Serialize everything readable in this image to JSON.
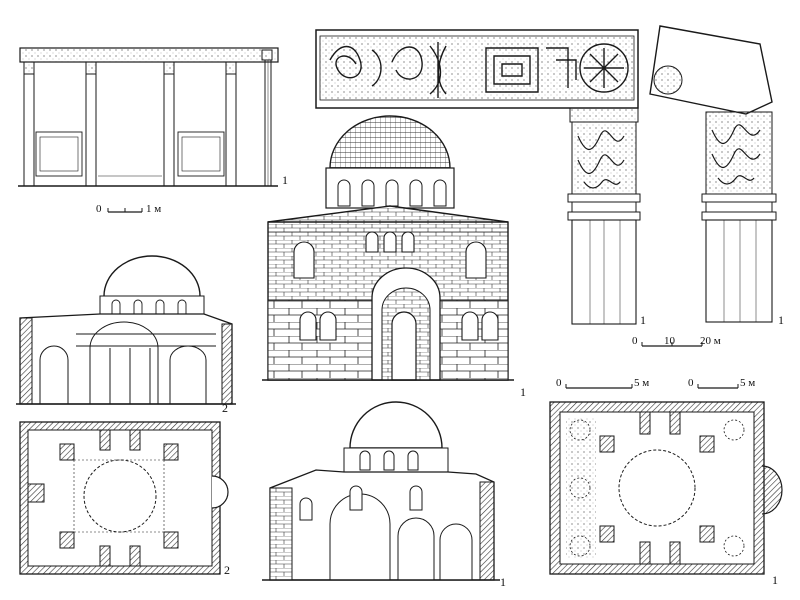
{
  "figure_labels": {
    "iconostasis": "1",
    "facade": "1",
    "section_left": "2",
    "plan_left": "2",
    "section_center": "1",
    "plan_right": "1",
    "column_left": "1",
    "column_right": "1"
  },
  "scales": {
    "iconostasis": {
      "zero": "0",
      "mark": "1 м"
    },
    "column": {
      "zero": "0",
      "mid": "10",
      "mark": "20 м"
    },
    "plan_a": {
      "zero": "0",
      "mark": "5 м"
    },
    "plan_b": {
      "zero": "0",
      "mark": "5 м"
    }
  },
  "colors": {
    "ink": "#1a1a1a",
    "paper": "#ffffff",
    "hatch": "#555555"
  }
}
